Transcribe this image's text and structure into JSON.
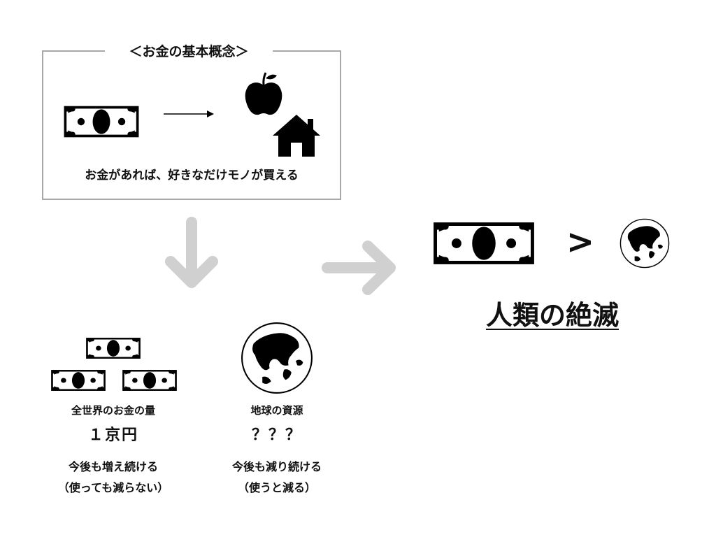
{
  "concept": {
    "title": "＜お金の基本概念＞",
    "caption": "お金があれば、好きなだけモノが買える"
  },
  "conclusion": {
    "comparison_symbol": ">",
    "text": "人類の絶滅"
  },
  "money": {
    "label": "全世界のお金の量",
    "amount": "１京円",
    "note_line1": "今後も増え続ける",
    "note_line2": "（使っても減らない）"
  },
  "resources": {
    "label": "地球の資源",
    "amount": "？？？",
    "note_line1": "今後も減り続ける",
    "note_line2": "（使うと減る）"
  },
  "icons": {
    "bill": "banknote-icon",
    "apple": "apple-icon",
    "house": "house-icon",
    "globe": "globe-icon",
    "arrow_down": "arrow-down-icon",
    "arrow_right": "arrow-right-icon"
  },
  "colors": {
    "ink": "#000000",
    "frame": "#a8a8a8",
    "arrow": "#d0d0d0"
  }
}
